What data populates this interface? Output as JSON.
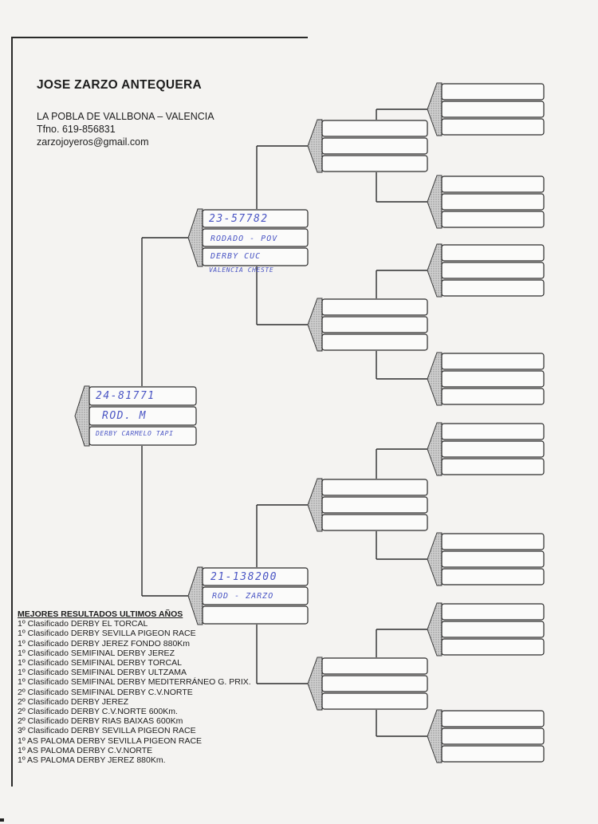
{
  "header": {
    "owner_name": "JOSE ZARZO ANTEQUERA",
    "location": "LA POBLA DE VALLBONA – VALENCIA",
    "phone": "Tfno. 619-856831",
    "email": "zarzojoyeros@gmail.com"
  },
  "pedigree": {
    "subject": {
      "ring": "24-81771",
      "color": "ROD. M",
      "note": "DERBY CARMELO TAPI"
    },
    "sire": {
      "ring": "23-57782",
      "color": "RODADO - POV",
      "note": "DERBY CUC",
      "note2": "VALENCIA CHESTE"
    },
    "dam": {
      "ring": "21-138200",
      "color": "ROD - ZARZO",
      "note": ""
    }
  },
  "results": {
    "title": "MEJORES RESULTADOS ULTIMOS AÑOS",
    "items": [
      "1º Clasificado DERBY EL TORCAL",
      "1º Clasificado DERBY SEVILLA PIGEON RACE",
      "1º Clasificado DERBY JEREZ FONDO 880Km",
      "1º Clasificado SEMIFINAL DERBY JEREZ",
      "1º Clasificado SEMIFINAL DERBY TORCAL",
      "1º Clasificado SEMIFINAL DERBY ULTZAMA",
      "1º Clasificado SEMIFINAL DERBY MEDITERRÁNEO G. PRIX.",
      "2º Clasificado SEMIFINAL DERBY C.V.NORTE",
      "2º Clasificado DERBY JEREZ",
      "2º Clasificado DERBY C.V.NORTE 600Km.",
      "2º Clasificado DERBY RIAS BAIXAS 600Km",
      "3º Clasificado DERBY SEVILLA PIGEON RACE",
      "1º AS PALOMA DERBY SEVILLA PIGEON RACE",
      "1º AS PALOMA DERBY C.V.NORTE",
      "1º AS PALOMA DERBY JEREZ 880Km."
    ]
  }
}
